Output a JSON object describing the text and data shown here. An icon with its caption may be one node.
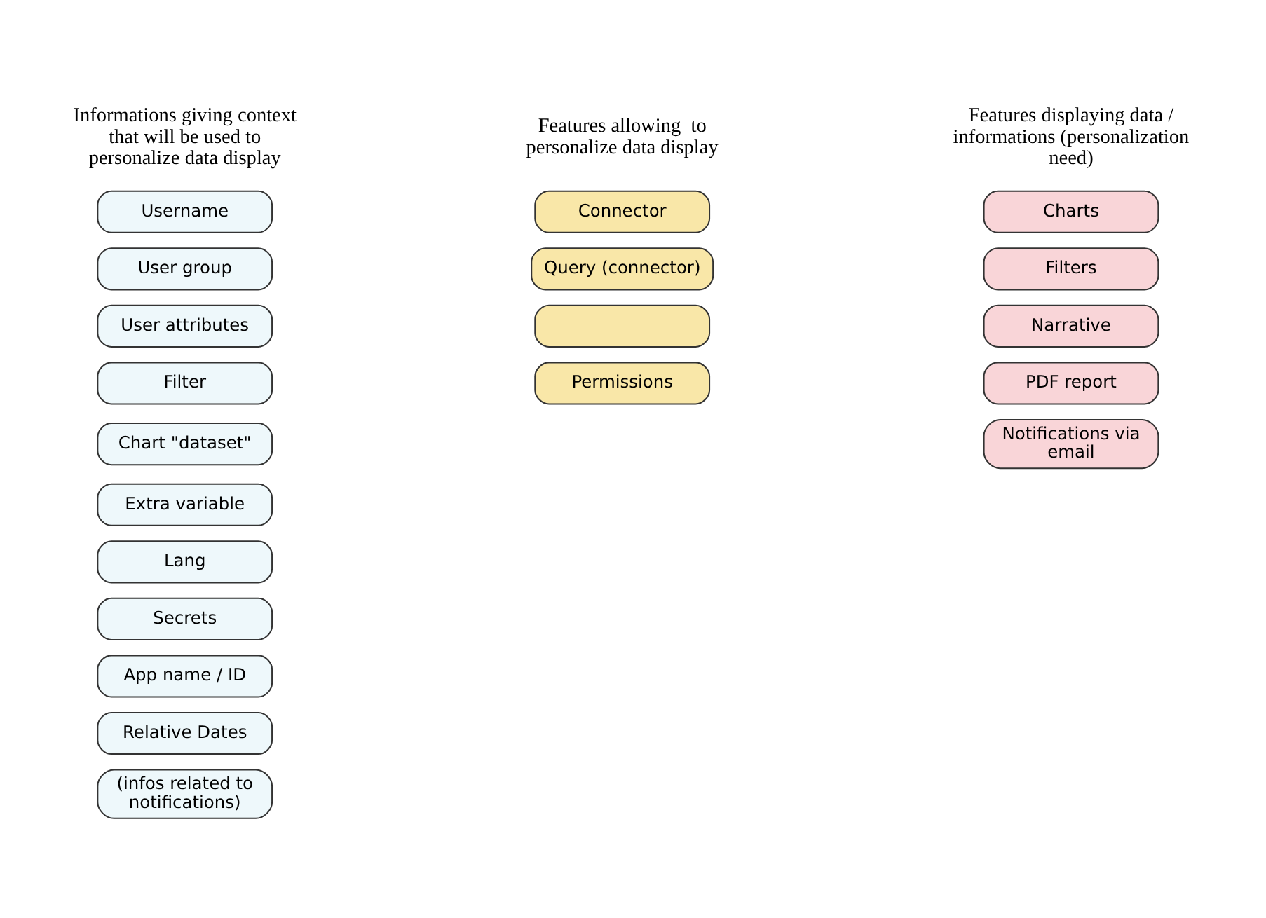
{
  "diagram": {
    "nodes": [
      {
        "text": [
          "Username"
        ]
      },
      {
        "text": [
          "User group"
        ]
      },
      {
        "text": [
          "User attributes"
        ]
      },
      {
        "text": [
          "Filter"
        ]
      },
      {
        "text": [
          "Chart \"dataset\""
        ]
      },
      {
        "text": [
          "Extra variable"
        ]
      },
      {
        "text": [
          "Lang"
        ]
      },
      {
        "text": [
          "Secrets"
        ]
      },
      {
        "text": [
          "App name / ID"
        ]
      },
      {
        "text": [
          "Relative Dates"
        ]
      },
      {
        "text": [
          "(infos related to notifications)"
        ]
      },
      {
        "text": [
          "Connector"
        ]
      },
      {
        "text": [
          "Query (connector)"
        ]
      },
      {
        "text": [],
        "shape": "box"
      },
      {
        "text": [
          "Permissions"
        ]
      },
      {
        "text": [
          "Charts"
        ]
      },
      {
        "text": [
          "Filters"
        ]
      },
      {
        "text": [
          "Narrative"
        ]
      },
      {
        "text": [
          "PDF report"
        ]
      },
      {
        "text": [
          "Notifications via email"
        ]
      }
    ],
    "edges": [],
    "labels": [
      "Informations giving context that will be used to personalize data display",
      "Features allowing  to personalize data display",
      "Features displaying data / informations (personalization need)"
    ]
  }
}
